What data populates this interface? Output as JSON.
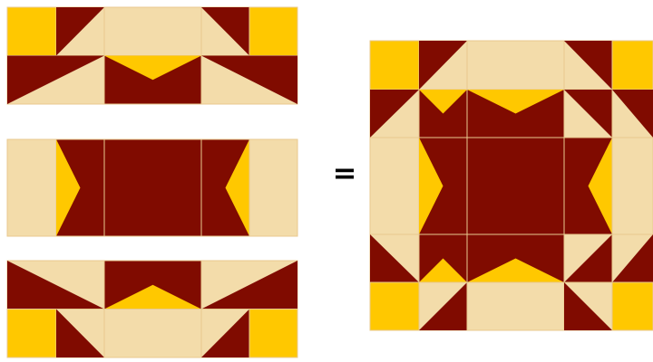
{
  "operator": "=",
  "colors": {
    "background": "#ffffff",
    "tan": "#f3dcaa",
    "maroon": "#800b00",
    "gold": "#ffc800",
    "seam": "#e8c98f"
  },
  "rows": [
    {
      "name": "top-row",
      "cells": [
        {
          "base": "gold",
          "tri": []
        },
        {
          "base": "tan",
          "tri": [
            {
              "corners": [
                "tl",
                "tr",
                "bl"
              ],
              "fill": "maroon"
            }
          ]
        },
        {
          "base": "tan",
          "tri": []
        },
        {
          "base": "tan",
          "tri": [
            {
              "corners": [
                "tl",
                "tr",
                "br"
              ],
              "fill": "maroon"
            }
          ]
        },
        {
          "base": "gold",
          "tri": []
        },
        {
          "base": "tan",
          "tri": [
            {
              "corners": [
                "tl",
                "bl",
                "tr"
              ],
              "fill": "maroon"
            }
          ]
        },
        {
          "base": "maroon",
          "tri": [
            {
              "corners": [
                "tl",
                "tr",
                "c"
              ],
              "fill": "gold"
            }
          ]
        },
        {
          "base": "tan",
          "tri": [
            {
              "corners": [
                "tr",
                "br",
                "tl"
              ],
              "fill": "maroon"
            }
          ]
        }
      ]
    },
    {
      "name": "middle-row",
      "cells": [
        {
          "base": "tan",
          "tri": []
        },
        {
          "base": "maroon",
          "tri": [
            {
              "corners": [
                "tl",
                "bl",
                "c"
              ],
              "fill": "gold"
            }
          ]
        },
        {
          "base": "maroon",
          "tri": []
        },
        {
          "base": "maroon",
          "tri": [
            {
              "corners": [
                "tr",
                "br",
                "c"
              ],
              "fill": "gold"
            }
          ]
        },
        {
          "base": "tan",
          "tri": []
        }
      ]
    },
    {
      "name": "bottom-row",
      "cells": [
        {
          "base": "tan",
          "tri": [
            {
              "corners": [
                "tl",
                "bl",
                "br"
              ],
              "fill": "maroon"
            }
          ]
        },
        {
          "base": "maroon",
          "tri": [
            {
              "corners": [
                "bl",
                "br",
                "c"
              ],
              "fill": "gold"
            }
          ]
        },
        {
          "base": "tan",
          "tri": [
            {
              "corners": [
                "tr",
                "br",
                "bl"
              ],
              "fill": "maroon"
            }
          ]
        },
        {
          "base": "gold",
          "tri": []
        },
        {
          "base": "tan",
          "tri": [
            {
              "corners": [
                "tl",
                "bl",
                "br"
              ],
              "fill": "maroon"
            }
          ]
        },
        {
          "base": "tan",
          "tri": []
        },
        {
          "base": "tan",
          "tri": [
            {
              "corners": [
                "tr",
                "br",
                "bl"
              ],
              "fill": "maroon"
            }
          ]
        },
        {
          "base": "gold",
          "tri": []
        }
      ]
    }
  ],
  "block": [
    [
      {
        "base": "gold",
        "tri": []
      },
      {
        "base": "tan",
        "tri": [
          {
            "corners": [
              "tl",
              "tr",
              "bl"
            ],
            "fill": "maroon"
          }
        ]
      },
      {
        "base": "tan",
        "tri": []
      },
      {
        "base": "tan",
        "tri": [
          {
            "corners": [
              "tl",
              "tr",
              "br"
            ],
            "fill": "maroon"
          }
        ]
      },
      {
        "base": "gold",
        "tri": []
      }
    ],
    [
      {
        "base": "tan",
        "tri": [
          {
            "corners": [
              "tl",
              "bl",
              "tr"
            ],
            "fill": "maroon"
          }
        ]
      },
      {
        "base": "maroon",
        "tri": [
          {
            "corners": [
              "tl",
              "tr",
              "c"
            ],
            "fill": "gold"
          }
        ]
      },
      {
        "base": "maroon",
        "tri": [
          {
            "corners": [
              "tl",
              "tr",
              "c"
            ],
            "fill": "gold"
          }
        ]
      },
      {
        "base": "tan",
        "tri": [
          {
            "corners": [
              "tr",
              "br",
              "tl"
            ],
            "fill": "maroon"
          }
        ]
      },
      {
        "base": "tan",
        "tri": [
          {
            "corners": [
              "tr",
              "br",
              "tl"
            ],
            "fill": "maroon"
          }
        ]
      }
    ],
    [
      {
        "base": "tan",
        "tri": []
      },
      {
        "base": "maroon",
        "tri": [
          {
            "corners": [
              "tl",
              "bl",
              "c"
            ],
            "fill": "gold"
          }
        ]
      },
      {
        "base": "maroon",
        "tri": []
      },
      {
        "base": "maroon",
        "tri": [
          {
            "corners": [
              "tr",
              "br",
              "c"
            ],
            "fill": "gold"
          }
        ]
      },
      {
        "base": "tan",
        "tri": []
      }
    ],
    [
      {
        "base": "tan",
        "tri": [
          {
            "corners": [
              "tl",
              "bl",
              "br"
            ],
            "fill": "maroon"
          }
        ]
      },
      {
        "base": "maroon",
        "tri": [
          {
            "corners": [
              "bl",
              "br",
              "c"
            ],
            "fill": "gold"
          }
        ]
      },
      {
        "base": "maroon",
        "tri": [
          {
            "corners": [
              "bl",
              "br",
              "c"
            ],
            "fill": "gold"
          }
        ]
      },
      {
        "base": "tan",
        "tri": [
          {
            "corners": [
              "tr",
              "br",
              "bl"
            ],
            "fill": "maroon"
          }
        ]
      },
      {
        "base": "tan",
        "tri": [
          {
            "corners": [
              "tr",
              "br",
              "bl"
            ],
            "fill": "maroon"
          }
        ]
      }
    ],
    [
      {
        "base": "gold",
        "tri": []
      },
      {
        "base": "tan",
        "tri": [
          {
            "corners": [
              "tr",
              "br",
              "bl"
            ],
            "fill": "maroon"
          }
        ]
      },
      {
        "base": "tan",
        "tri": []
      },
      {
        "base": "tan",
        "tri": [
          {
            "corners": [
              "tl",
              "bl",
              "br"
            ],
            "fill": "maroon"
          }
        ]
      },
      {
        "base": "gold",
        "tri": []
      }
    ]
  ]
}
